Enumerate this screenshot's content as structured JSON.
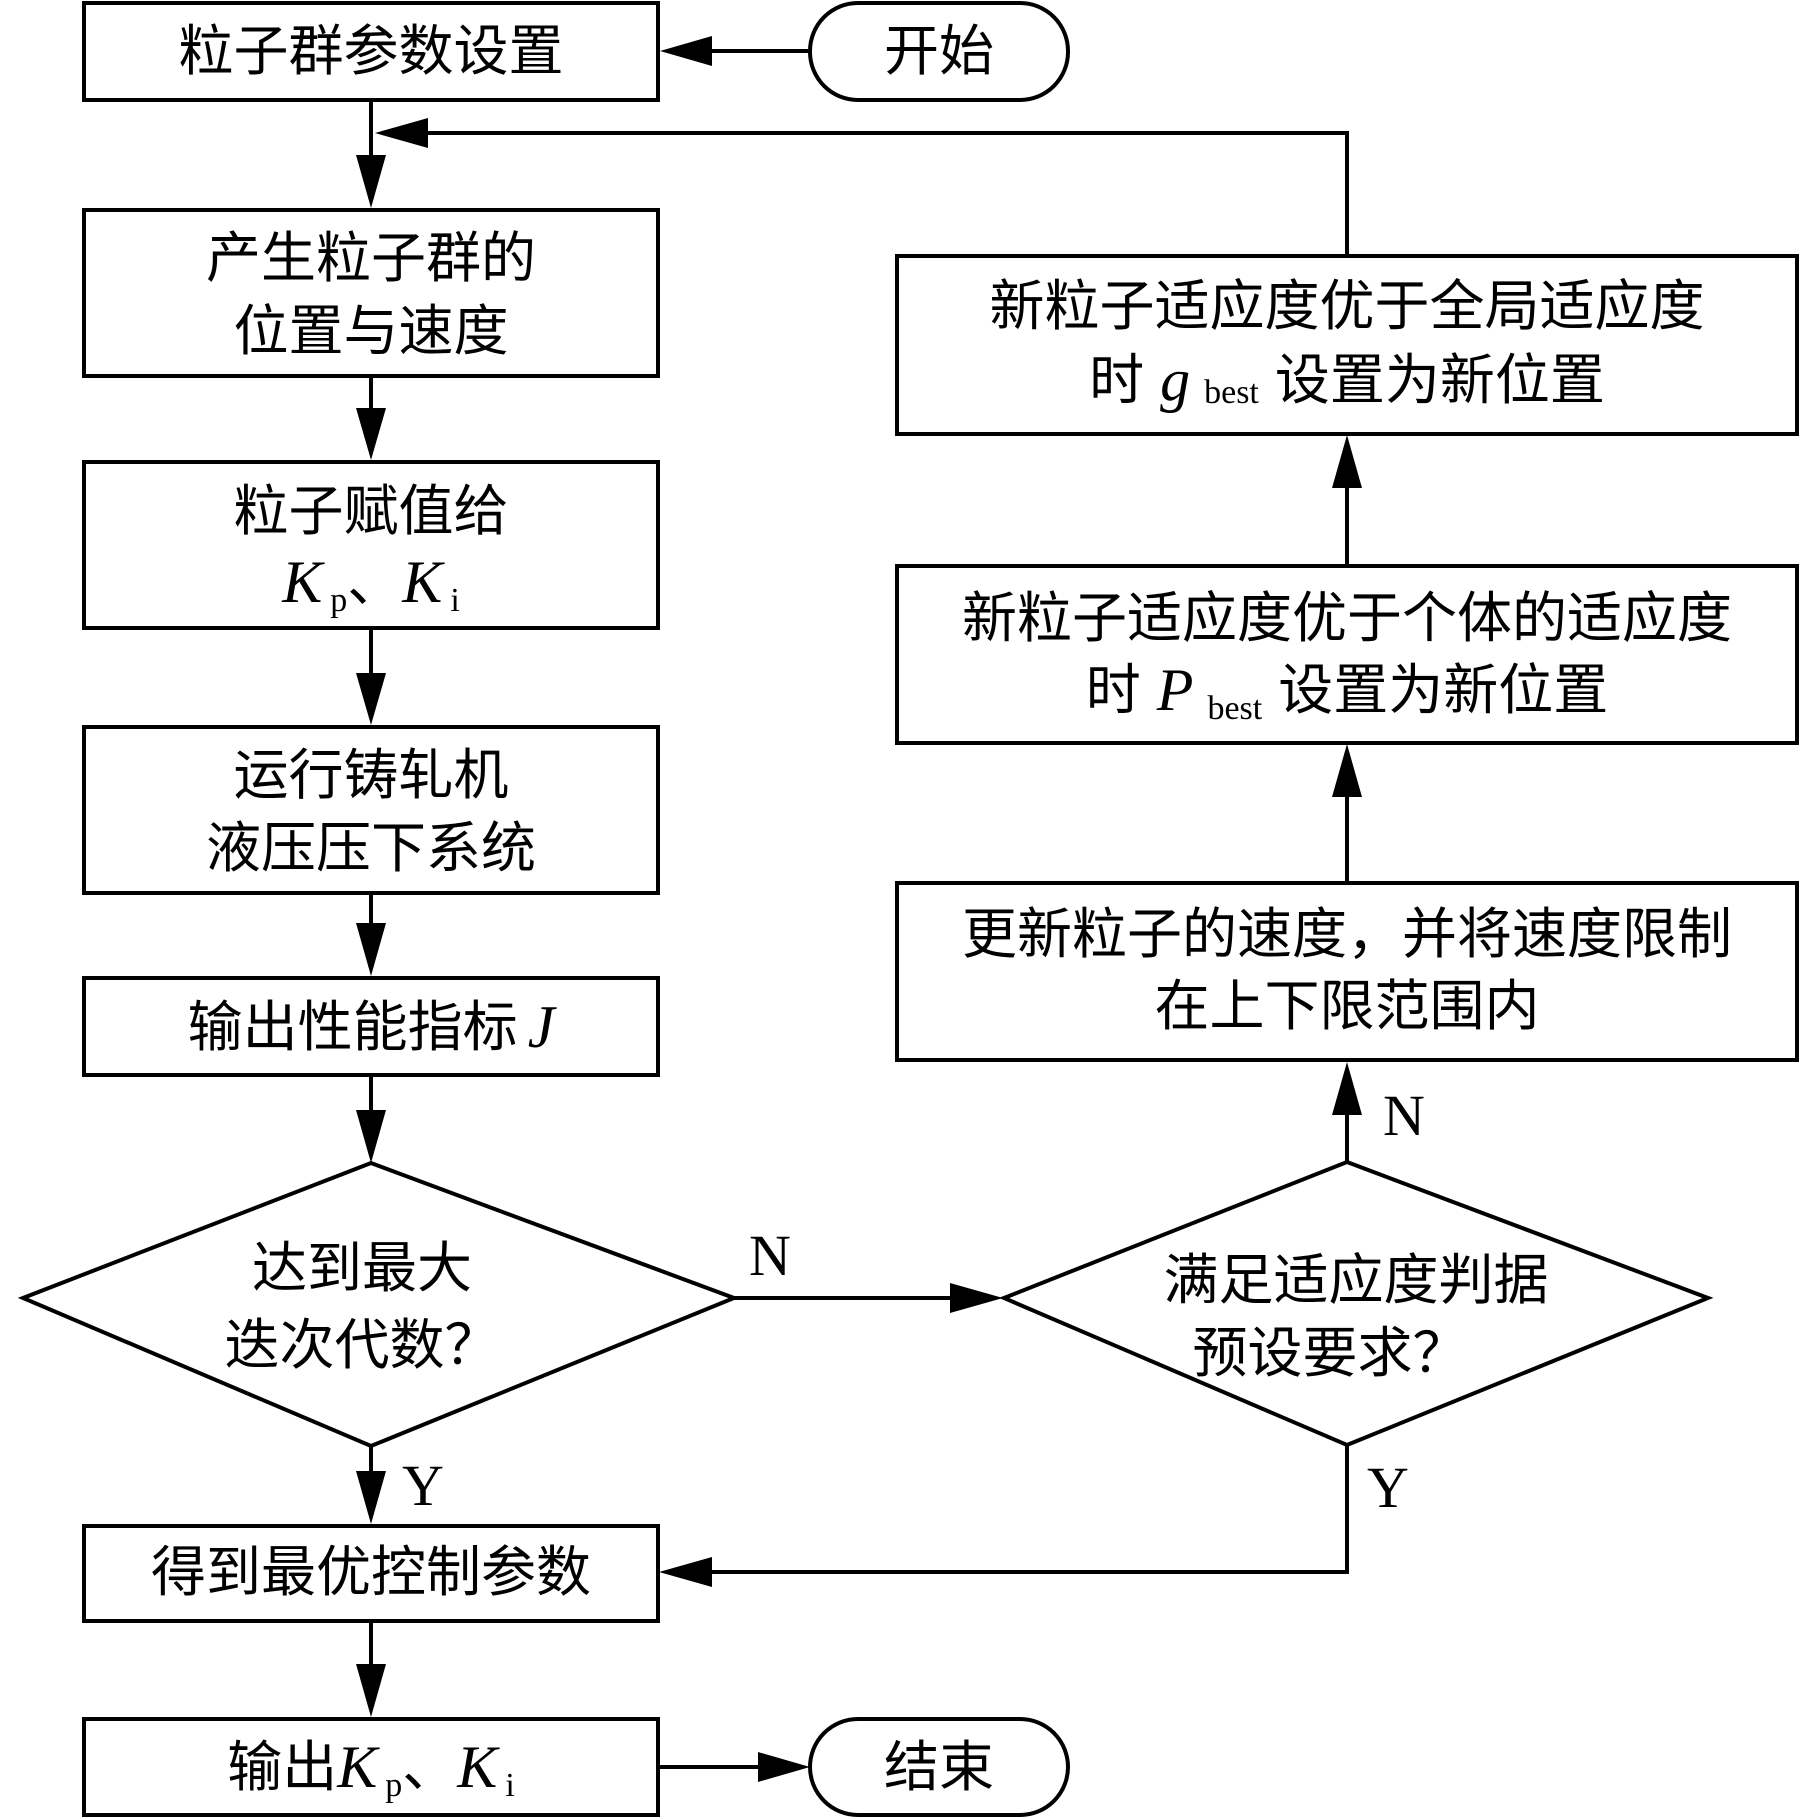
{
  "start": "开始",
  "end": "结束",
  "steps": {
    "pso_params": "粒子群参数设置",
    "gen_swarm": [
      "产生粒子群的",
      "位置与速度"
    ],
    "assign": {
      "line1": "粒子赋值给",
      "k": "K",
      "p": "p",
      "sep": "、",
      "i": "i"
    },
    "run": [
      "运行铸轧机",
      "液压压下系统"
    ],
    "output_j": {
      "text": "输出性能指标",
      "var": "J"
    },
    "best": "得到最优控制参数",
    "output_k": {
      "prefix": "输出",
      "k": "K",
      "p": "p",
      "sep": "、",
      "i": "i"
    },
    "update_v": [
      "更新粒子的速度，并将速度限制",
      "在上下限范围内"
    ],
    "pbest": {
      "line1": "新粒子适应度优于个体的适应度",
      "prefix": "时",
      "var": "P",
      "sub": "best",
      "suffix": "设置为新位置"
    },
    "gbest": {
      "line1": "新粒子适应度优于全局适应度",
      "prefix": "时",
      "var": "g",
      "sub": "best",
      "suffix": "设置为新位置"
    }
  },
  "decisions": {
    "max_iter": [
      "达到最大",
      "迭次代数？"
    ],
    "fitness": [
      "满足适应度判据",
      "预设要求？"
    ]
  },
  "labels": {
    "n1": "N",
    "n2": "N",
    "y1": "Y",
    "y2": "Y"
  }
}
